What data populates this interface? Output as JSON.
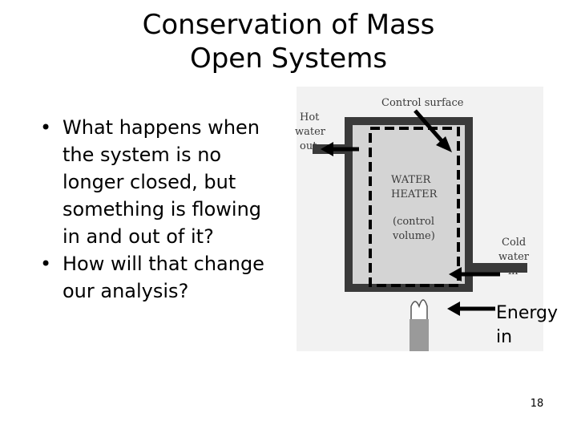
{
  "slide": {
    "title_line1": "Conservation of Mass",
    "title_line2": "Open Systems",
    "bullets": [
      "What happens when the system is no longer closed, but something is flowing in and out of it?",
      "How will that change our analysis?"
    ],
    "energy_label_line1": "Energy",
    "energy_label_line2": "in",
    "page_number": "18"
  },
  "figure": {
    "control_surface": "Control surface",
    "hot_water_line1": "Hot",
    "hot_water_line2": "water",
    "hot_water_line3": "out",
    "heater_line1": "WATER",
    "heater_line2": "HEATER",
    "control_volume_line1": "(control",
    "control_volume_line2": "volume)",
    "cold_water_line1": "Cold",
    "cold_water_line2": "water",
    "cold_water_line3": "in"
  }
}
